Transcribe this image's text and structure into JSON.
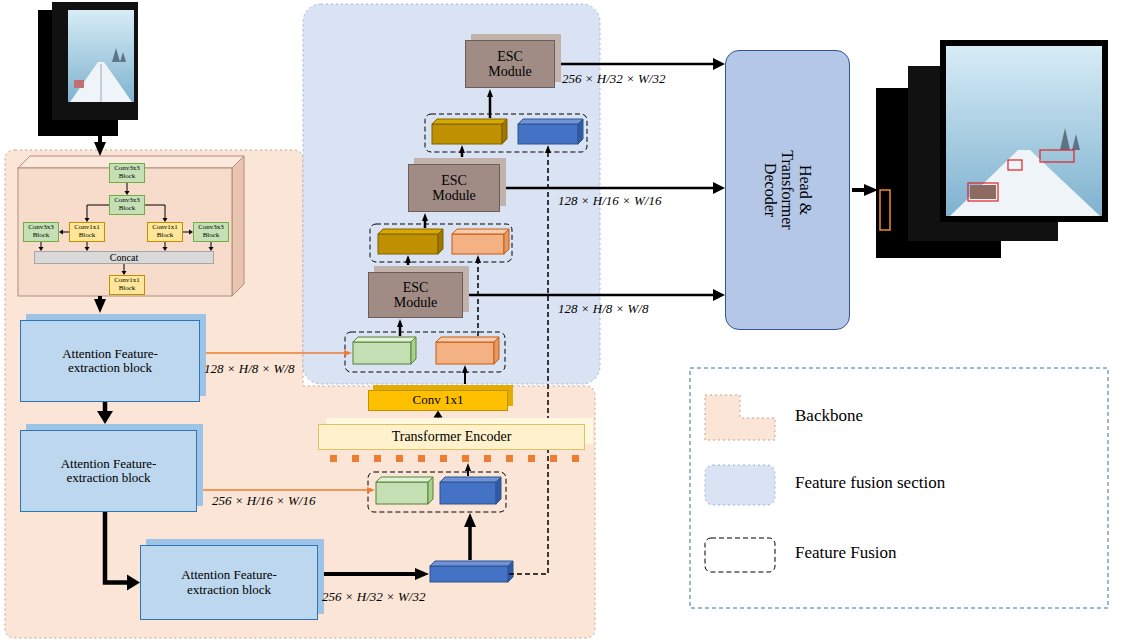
{
  "diagram": {
    "nodes": [
      {
        "text": [
          "Conv3x3 Block"
        ]
      },
      {
        "text": [
          "Conv3x3 Block"
        ]
      },
      {
        "text": [
          "Conv3x3 Block"
        ]
      },
      {
        "text": [
          "Conv1x1 Block"
        ]
      },
      {
        "text": [
          "Conv1x1 Block"
        ]
      },
      {
        "text": [
          "Conv3x3 Block"
        ]
      },
      {
        "text": [
          "Concat"
        ]
      },
      {
        "text": [
          "Conv1x1 Block"
        ]
      },
      {
        "text": [
          "Attention Feature-extraction block"
        ]
      },
      {
        "text": [
          "Attention Feature-extraction block"
        ]
      },
      {
        "text": [
          "Attention Feature-extraction block"
        ]
      },
      {
        "text": [
          "Transformer Encoder"
        ]
      },
      {
        "text": [
          "Conv 1x1"
        ]
      },
      {
        "text": [
          "ESC Module"
        ]
      },
      {
        "text": [
          "ESC Module"
        ]
      },
      {
        "text": [
          "ESC Module"
        ]
      },
      {
        "text": [
          "Head & Transformer Decoder"
        ]
      }
    ],
    "edges": [
      {
        "from": 0,
        "to": 1,
        "arrow": "to"
      },
      {
        "from": 1,
        "to": 3,
        "arrow": "to"
      },
      {
        "from": 1,
        "to": 4,
        "arrow": "to"
      },
      {
        "from": 3,
        "to": 2,
        "arrow": "to"
      },
      {
        "from": 4,
        "to": 5,
        "arrow": "to"
      },
      {
        "from": 2,
        "to": 6,
        "arrow": "to"
      },
      {
        "from": 3,
        "to": 6,
        "arrow": "to"
      },
      {
        "from": 4,
        "to": 6,
        "arrow": "to"
      },
      {
        "from": 5,
        "to": 6,
        "arrow": "to"
      },
      {
        "from": 6,
        "to": 7,
        "arrow": "to"
      },
      {
        "from": 8,
        "to": 9,
        "arrow": "to"
      },
      {
        "from": 9,
        "to": 10,
        "arrow": "to"
      },
      {
        "from": 11,
        "to": 12,
        "arrow": "to"
      },
      {
        "from": 13,
        "to": 16,
        "arrow": "to"
      },
      {
        "from": 14,
        "to": 16,
        "arrow": "to"
      },
      {
        "from": 15,
        "to": 16,
        "arrow": "to"
      }
    ],
    "labels": [
      "128 × H/8 × W/8",
      "256 × H/16 × W/16",
      "256 × H/32 × W/32",
      "256 × H/32 × W/32",
      "128 × H/16 × W/16",
      "128 × H/8 × W/8"
    ],
    "legend": [
      {
        "text": "Backbone",
        "color": "#fbe5d6"
      },
      {
        "text": "Feature fusion section",
        "color": "#dae3f3"
      },
      {
        "text": "Feature Fusion"
      }
    ]
  }
}
